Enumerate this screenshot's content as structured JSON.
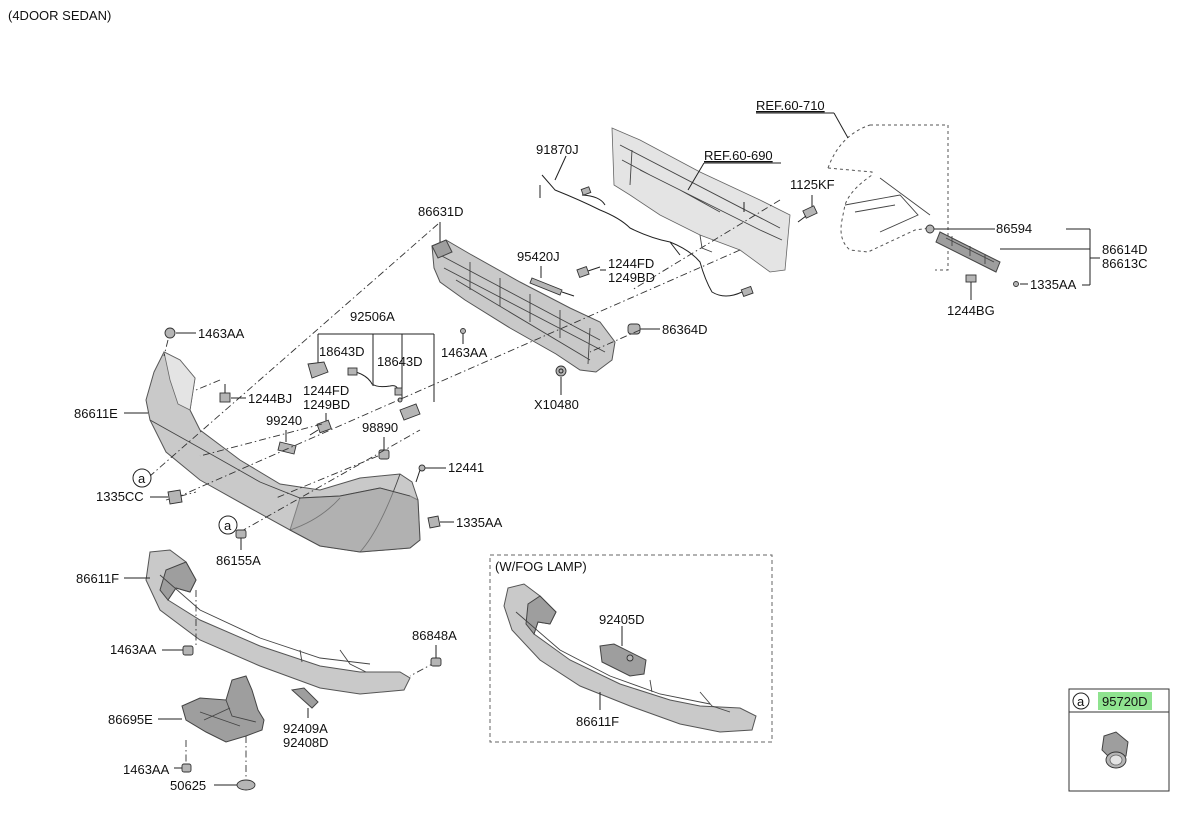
{
  "header": {
    "title": "(4DOOR SEDAN)"
  },
  "refs": {
    "ref1": "REF.60-710",
    "ref2": "REF.60-690"
  },
  "labels": {
    "p91870J": "91870J",
    "p1125KF": "1125KF",
    "p86631D": "86631D",
    "p86594": "86594",
    "p86614D": "86614D",
    "p86613C": "86613C",
    "p95420J": "95420J",
    "p1244FD_a": "1244FD",
    "p1249BD_a": "1249BD",
    "p1335AA_a": "1335AA",
    "p1244BG": "1244BG",
    "p92506A": "92506A",
    "p1463AA_a": "1463AA",
    "p1463AA_b": "1463AA",
    "p86364D": "86364D",
    "p18643D_a": "18643D",
    "p18643D_b": "18643D",
    "p1244BJ": "1244BJ",
    "p1244FD_b": "1244FD",
    "p1249BD_b": "1249BD",
    "p99240": "99240",
    "p86611E": "86611E",
    "pX10480": "X10480",
    "p98890": "98890",
    "p12441": "12441",
    "p1335CC": "1335CC",
    "p1335AA_b": "1335AA",
    "p86155A": "86155A",
    "p86611F_a": "86611F",
    "p1463AA_c": "1463AA",
    "p86848A": "86848A",
    "p86695E": "86695E",
    "p92409A": "92409A",
    "p92408D": "92408D",
    "p1463AA_d": "1463AA",
    "p50625": "50625",
    "p92405D": "92405D",
    "p86611F_b": "86611F"
  },
  "callouts": {
    "a1": "a",
    "a2": "a"
  },
  "fog_lamp_box": {
    "title": "(W/FOG LAMP)"
  },
  "legend": {
    "letter": "a",
    "part": "95720D",
    "highlight_color": "#8fe38f"
  }
}
